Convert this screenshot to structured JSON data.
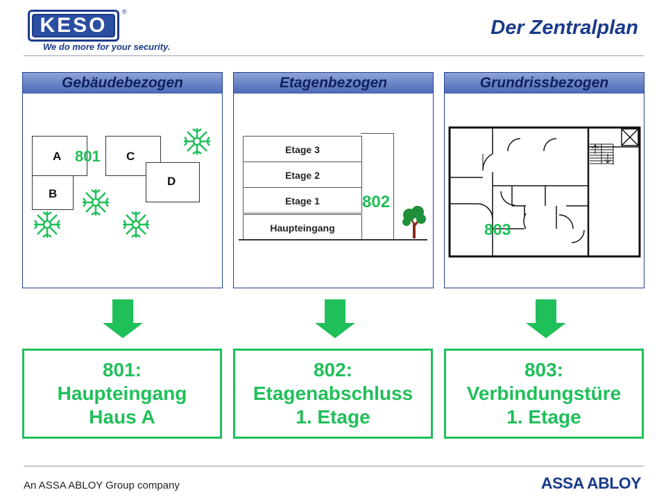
{
  "header": {
    "logo_text": "KESO",
    "logo_registered": "®",
    "tagline": "We do more for your security.",
    "title": "Der Zentralplan"
  },
  "panels": [
    {
      "heading": "Gebäudebezogen",
      "number": "801",
      "buildings": [
        "A",
        "C",
        "B",
        "D"
      ]
    },
    {
      "heading": "Etagenbezogen",
      "number": "802",
      "floors": [
        "Etage 3",
        "Etage 2",
        "Etage 1",
        "Haupteingang"
      ]
    },
    {
      "heading": "Grundrissbezogen",
      "number": "803"
    }
  ],
  "results": [
    {
      "line1": "801:",
      "line2": "Haupteingang",
      "line3": "Haus A"
    },
    {
      "line1": "802:",
      "line2": "Etagenabschluss",
      "line3": "1. Etage"
    },
    {
      "line1": "803:",
      "line2": "Verbindungstüre",
      "line3": "1. Etage"
    }
  ],
  "footer": {
    "left": "An ASSA ABLOY Group company",
    "right": "ASSA ABLOY"
  },
  "colors": {
    "brand_blue": "#1a3a8a",
    "accent_green": "#1fbf59"
  }
}
